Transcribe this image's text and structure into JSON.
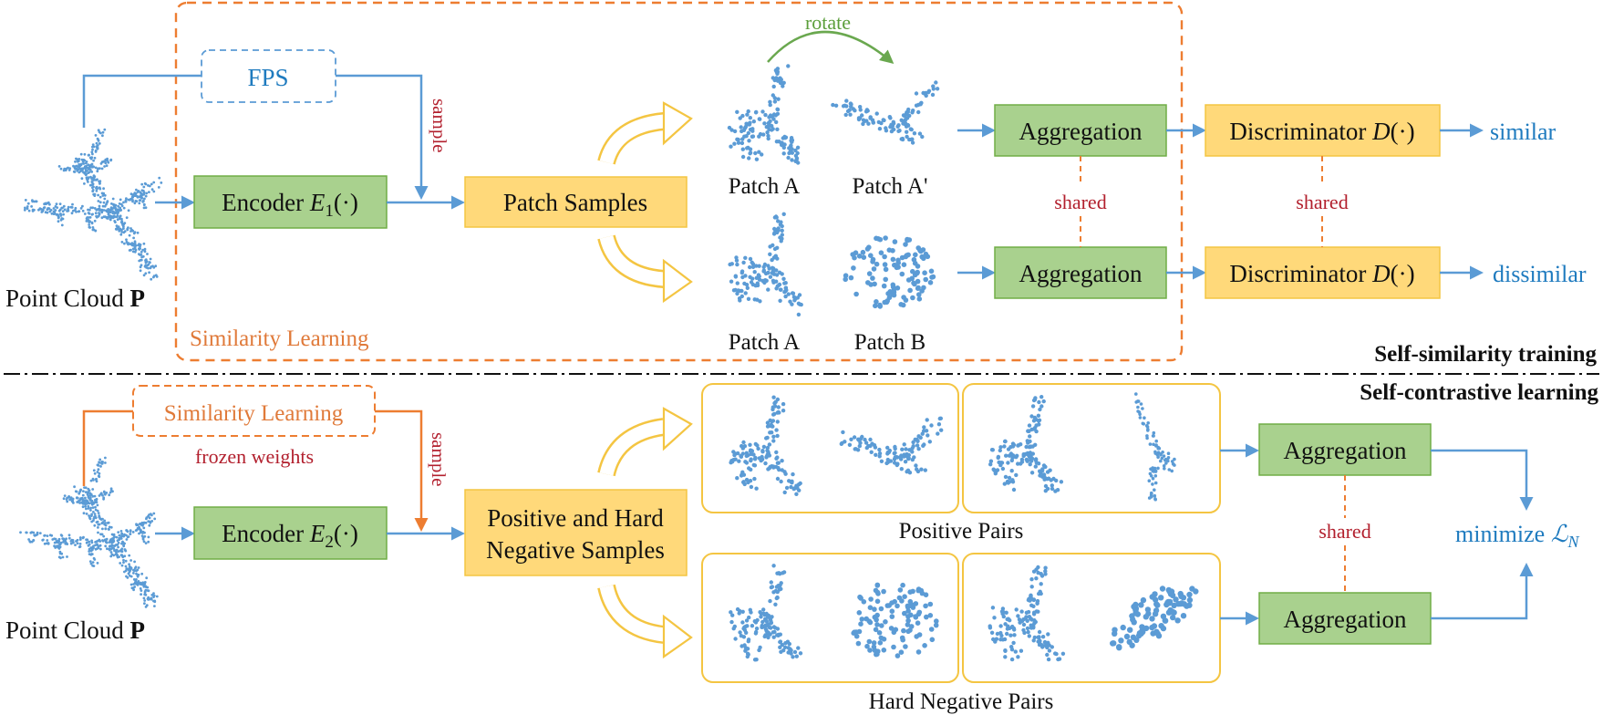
{
  "colors": {
    "blue_arrow": "#5b9bd5",
    "blue_text": "#1f7bbf",
    "orange_dash": "#ed7d31",
    "orange_text": "#e07a3a",
    "red_text": "#b21f2d",
    "green_box_fill": "#a9d18e",
    "green_box_stroke": "#70ad47",
    "yellow_box_fill": "#ffd97a",
    "yellow_box_stroke": "#f4c542",
    "green_arrow": "#6aa84f",
    "point": "#5b9bd5"
  },
  "top": {
    "input_label": "Point Cloud",
    "input_symbol": "P",
    "fps_label": "FPS",
    "sample_label": "sample",
    "encoder_label": "Encoder",
    "encoder_symbol": "E",
    "encoder_sub": "1",
    "encoder_arg": "(·)",
    "patch_samples_label": "Patch Samples",
    "rotate_label": "rotate",
    "patch_a_top": "Patch A",
    "patch_a_prime": "Patch A'",
    "patch_a_bottom": "Patch A",
    "patch_b": "Patch B",
    "aggregation_top": "Aggregation",
    "aggregation_bottom": "Aggregation",
    "shared_left": "shared",
    "shared_right": "shared",
    "discriminator_top": "Discriminator",
    "discriminator_bottom": "Discriminator",
    "discriminator_symbol": "D",
    "discriminator_arg": "(·)",
    "similar_label": "similar",
    "dissimilar_label": "dissimilar",
    "region_label": "Similarity Learning"
  },
  "separator": {
    "top_label": "Self-similarity training",
    "bottom_label": "Self-contrastive learning"
  },
  "bottom": {
    "input_label": "Point Cloud",
    "input_symbol": "P",
    "similarity_box_label": "Similarity Learning",
    "frozen_label": "frozen weights",
    "sample_label": "sample",
    "encoder_label": "Encoder",
    "encoder_symbol": "E",
    "encoder_sub": "2",
    "encoder_arg": "(·)",
    "samples_line1": "Positive and Hard",
    "samples_line2": "Negative Samples",
    "positive_pairs_label": "Positive Pairs",
    "negative_pairs_label": "Hard Negative Pairs",
    "aggregation_top": "Aggregation",
    "aggregation_bottom": "Aggregation",
    "shared_label": "shared",
    "minimize_label": "minimize",
    "loss_symbol": "ℒ",
    "loss_sub": "N"
  }
}
